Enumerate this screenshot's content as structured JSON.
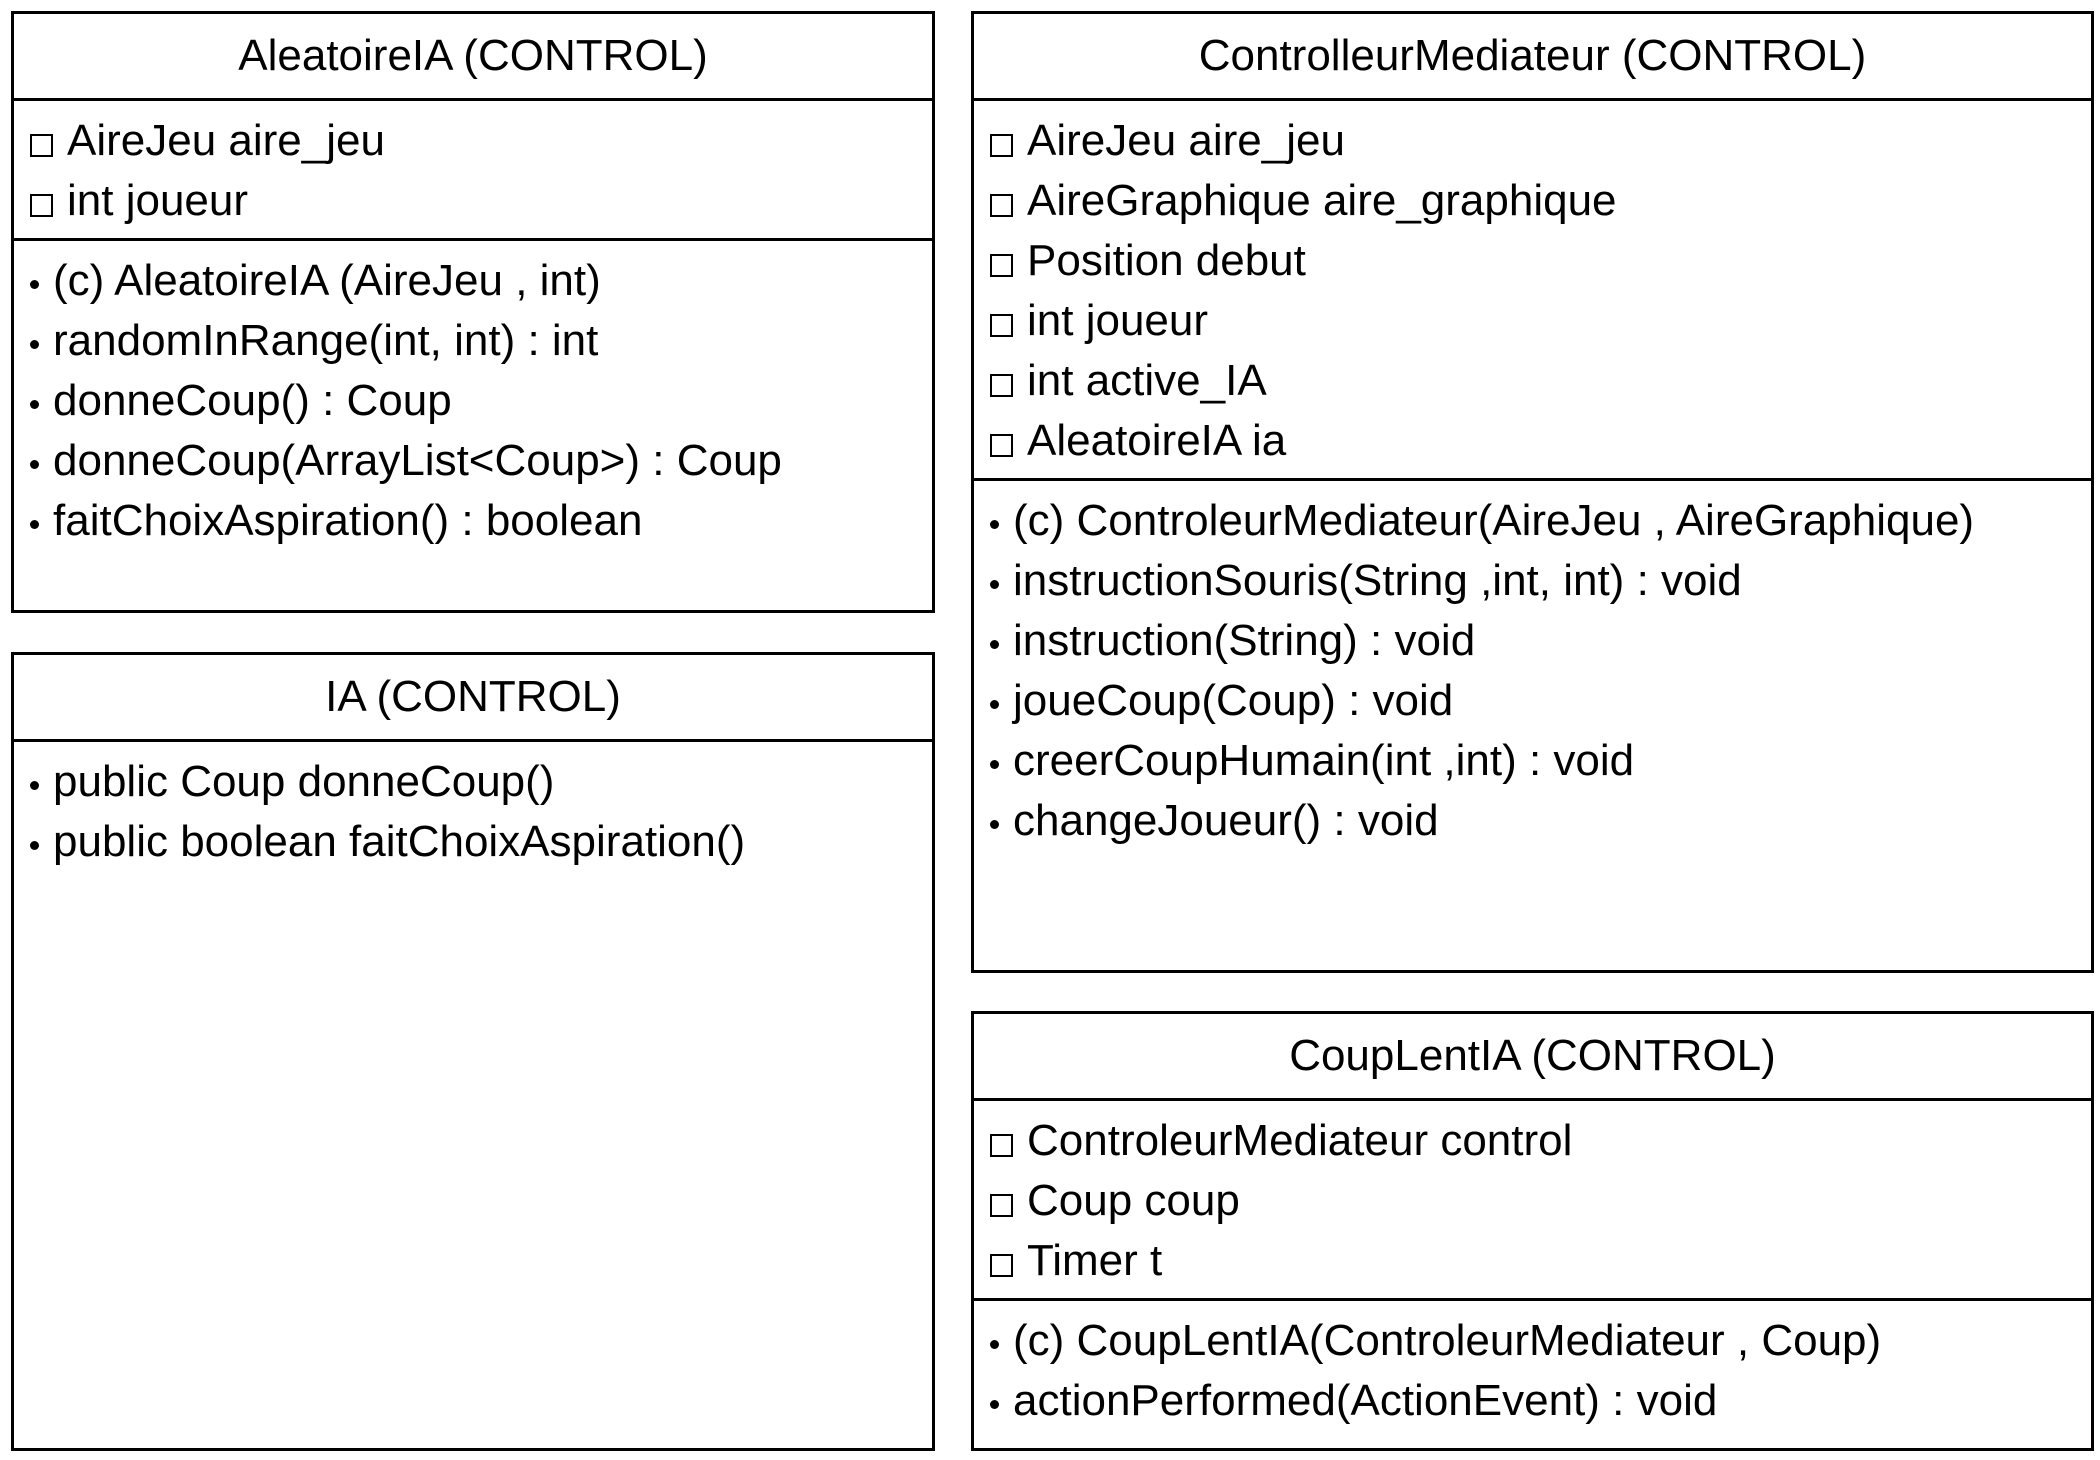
{
  "classes": [
    {
      "id": "aleatoire",
      "title": "AleatoireIA (CONTROL)",
      "attributes": [
        "AireJeu aire_jeu",
        "int joueur"
      ],
      "methods": [
        "(c) AleatoireIA (AireJeu , int)",
        "randomInRange(int, int) : int",
        "donneCoup() : Coup",
        "donneCoup(ArrayList<Coup>) : Coup",
        "faitChoixAspiration() : boolean"
      ]
    },
    {
      "id": "ia",
      "title": "IA (CONTROL)",
      "attributes": [],
      "methods": [
        "public Coup donneCoup()",
        "public boolean faitChoixAspiration()"
      ]
    },
    {
      "id": "controlleur",
      "title": "ControlleurMediateur (CONTROL)",
      "attributes": [
        "AireJeu aire_jeu",
        "AireGraphique aire_graphique",
        "Position debut",
        "int joueur",
        "int active_IA",
        "AleatoireIA ia"
      ],
      "methods": [
        "(c) ControleurMediateur(AireJeu , AireGraphique)",
        "instructionSouris(String ,int, int) : void",
        "instruction(String) : void",
        "joueCoup(Coup) : void",
        "creerCoupHumain(int ,int) : void",
        "changeJoueur() : void"
      ]
    },
    {
      "id": "couplent",
      "title": "CoupLentIA (CONTROL)",
      "attributes": [
        "ControleurMediateur control",
        "Coup coup",
        "Timer t"
      ],
      "methods": [
        "(c) CoupLentIA(ControleurMediateur , Coup)",
        "actionPerformed(ActionEvent) : void"
      ]
    }
  ]
}
